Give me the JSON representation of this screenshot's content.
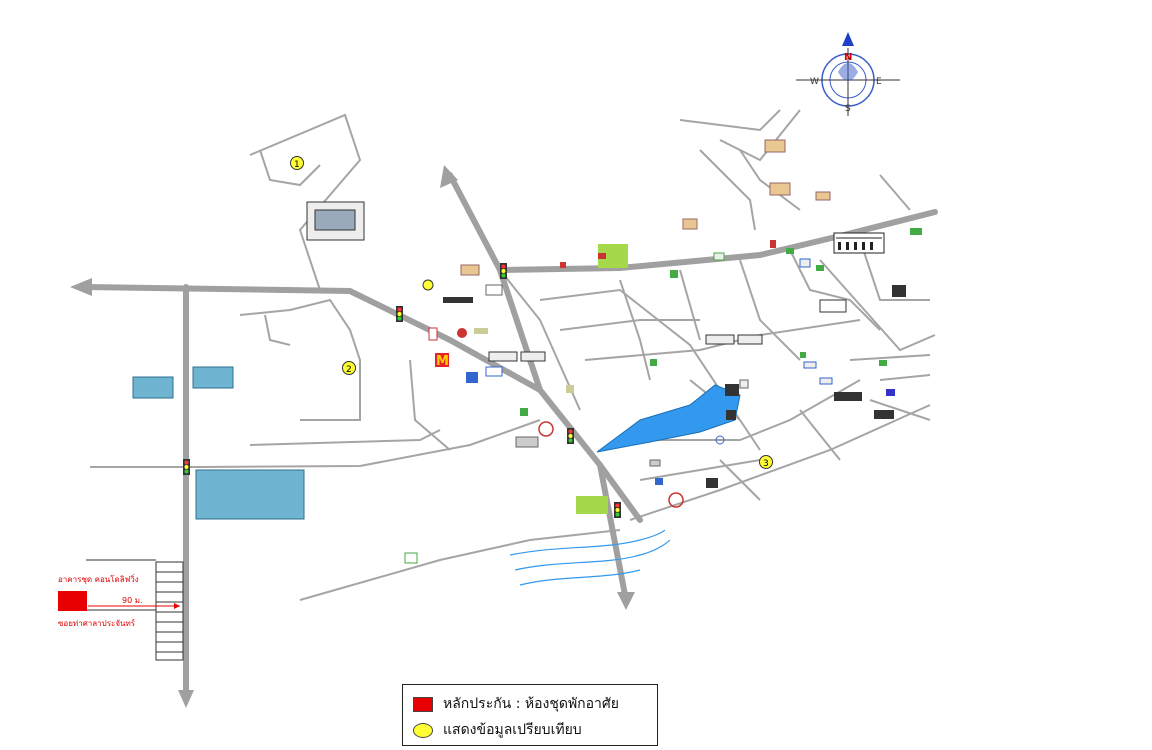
{
  "compass": {
    "n": "N",
    "s": "S",
    "e": "E",
    "w": "W"
  },
  "legend": [
    {
      "label": "หลักประกัน : ห้องชุดพักอาศัย",
      "swatch": "#e80000",
      "icon": "red-square-icon"
    },
    {
      "label": "แสดงข้อมูลเปรียบเทียบ",
      "swatch": "#ffff33",
      "icon": "yellow-circle-icon"
    }
  ],
  "markers": [
    {
      "num": "1"
    },
    {
      "num": "2"
    },
    {
      "num": "3"
    }
  ],
  "subject": {
    "name": "อาคารชุด คอนโดลิฟวิ่ง",
    "distance": "90 ม.",
    "road": "ซอยท่าศาลาประจันทร์"
  },
  "colors": {
    "road": "#a0a0a0",
    "lake": "#3399ee",
    "building": "#6fb4d0",
    "subject": "#e80000"
  }
}
